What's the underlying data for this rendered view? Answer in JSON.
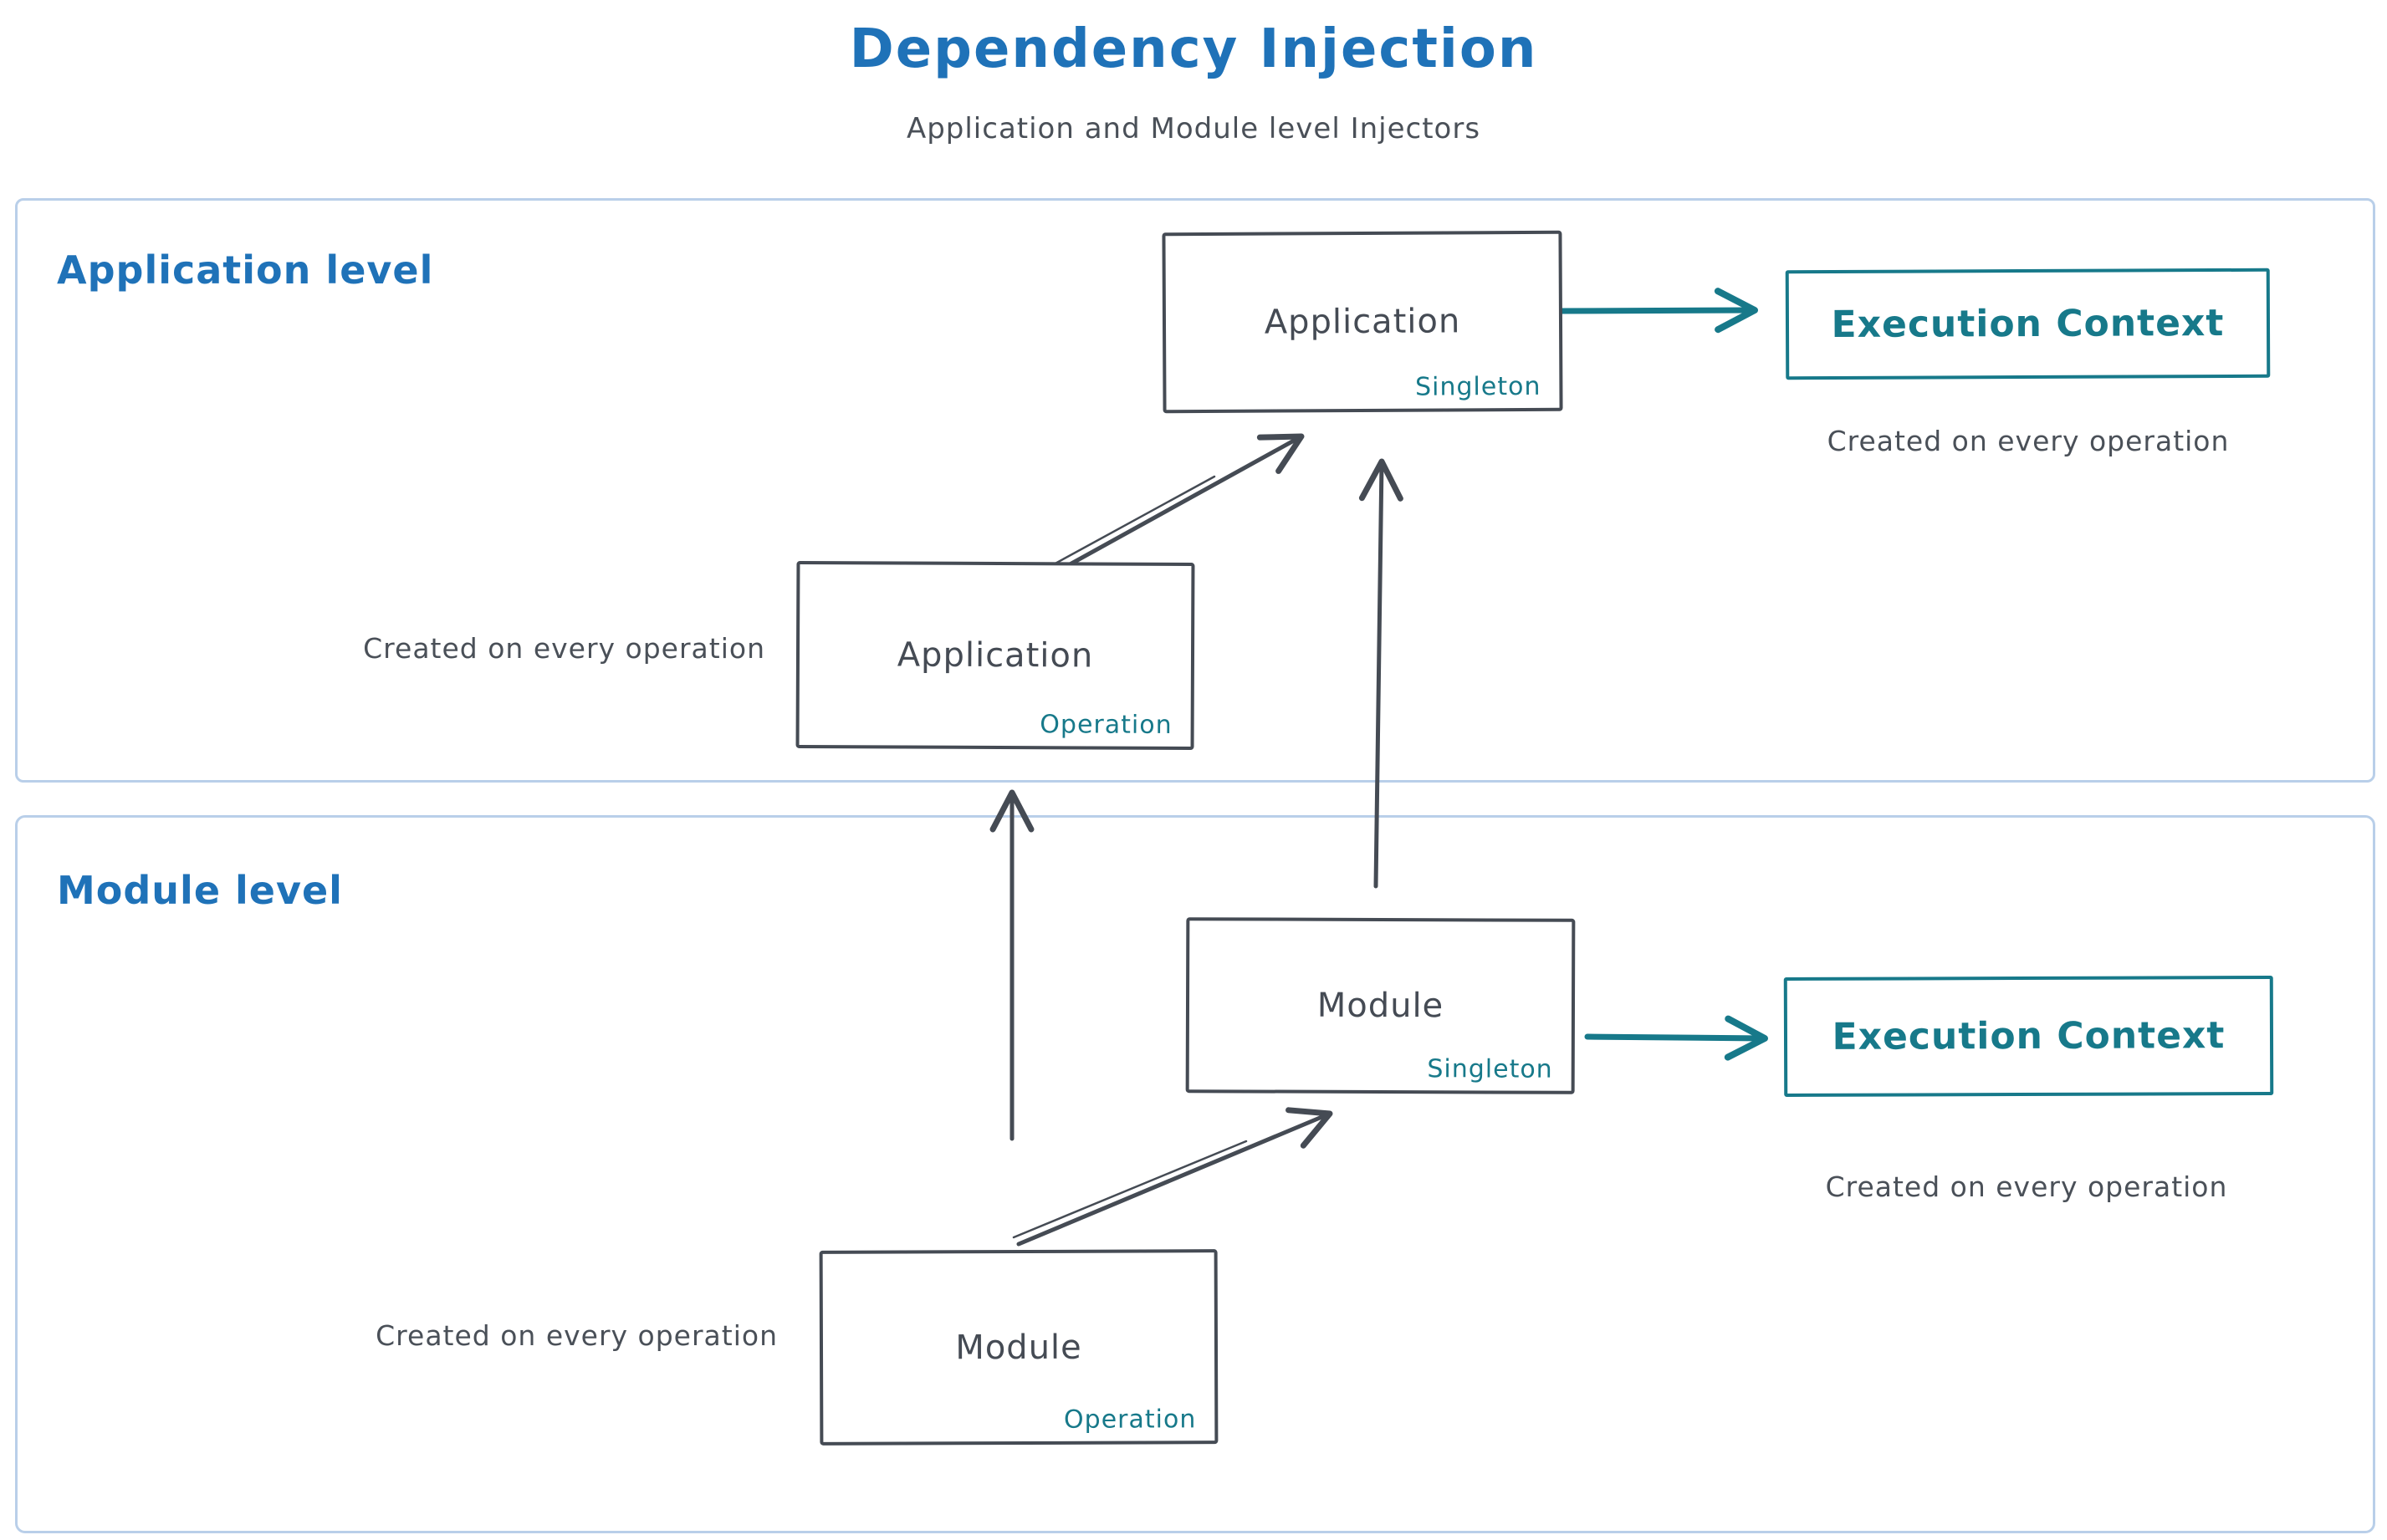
{
  "title": "Dependency Injection",
  "subtitle": "Application and Module level Injectors",
  "colors": {
    "accent_blue": "#1f72b8",
    "ink": "#454b54",
    "teal": "#17798a",
    "container_border": "#b9cfe9"
  },
  "sections": {
    "application": {
      "label": "Application level",
      "singleton_box": {
        "title": "Application",
        "badge": "Singleton"
      },
      "operation_box": {
        "title": "Application",
        "badge": "Operation"
      },
      "operation_note": "Created on every operation",
      "execution_context": {
        "title": "Execution Context",
        "note": "Created on every operation"
      }
    },
    "module": {
      "label": "Module level",
      "singleton_box": {
        "title": "Module",
        "badge": "Singleton"
      },
      "operation_box": {
        "title": "Module",
        "badge": "Operation"
      },
      "operation_note": "Created on every operation",
      "execution_context": {
        "title": "Execution Context",
        "note": "Created on every operation"
      }
    }
  }
}
